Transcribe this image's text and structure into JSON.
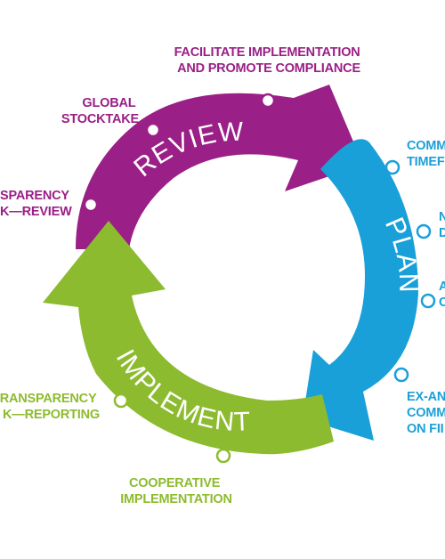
{
  "colors": {
    "review": "#9a1f86",
    "plan": "#1aa0d8",
    "implement": "#8dbb2f",
    "node_fill": "#ffffff"
  },
  "stages": {
    "review": "REVIEW",
    "plan": "PLAN",
    "implement": "IMPLEMENT"
  },
  "labels": {
    "facilitate": [
      "FACILITATE IMPLEMENTATION",
      "AND PROMOTE COMPLIANCE"
    ],
    "global_stocktake": [
      "GLOBAL",
      "STOCKTAKE"
    ],
    "transparency_review": [
      "SPARENCY",
      "K—REVIEW"
    ],
    "commitment_timeframe": [
      "COMM",
      "TIMEF"
    ],
    "plan_node_2": [
      "N",
      "D"
    ],
    "plan_node_3": [
      "A",
      "C"
    ],
    "ex_ante": [
      "EX-AN",
      "COMM",
      "ON FII"
    ],
    "transparency_reporting": [
      "RANSPARENCY",
      "K—REPORTING"
    ],
    "cooperative": [
      "COOPERATIVE",
      "IMPLEMENTATION"
    ]
  }
}
